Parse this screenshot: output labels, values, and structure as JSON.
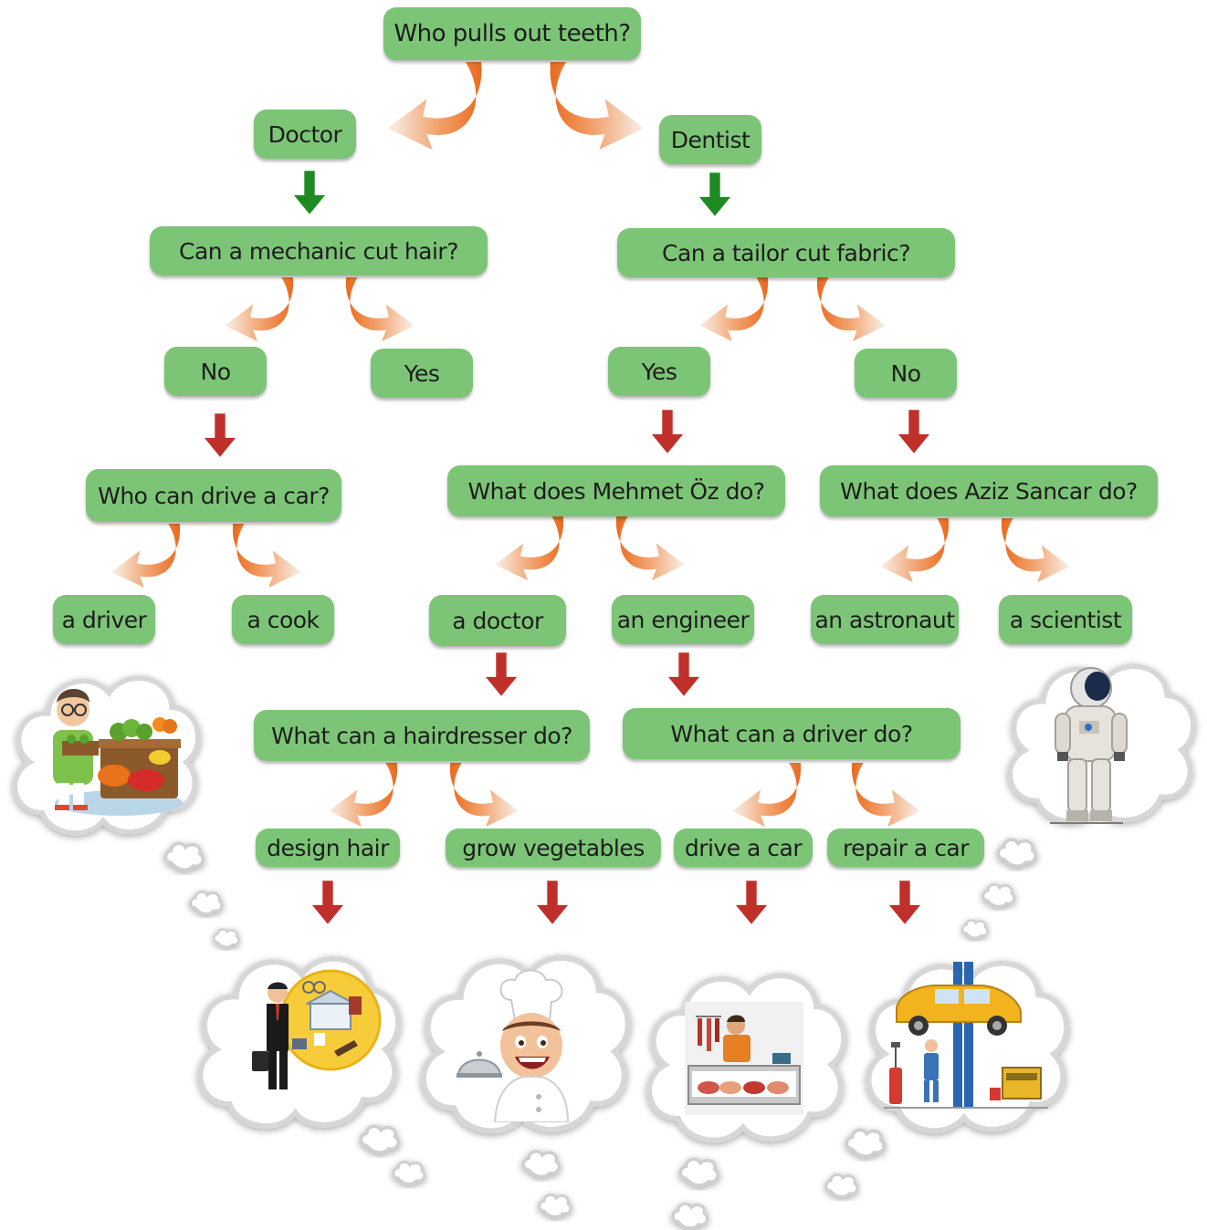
{
  "colors": {
    "box": "#7cc576",
    "arrow_green": "#1f8a22",
    "arrow_red": "#c0302b",
    "curve_orange": "#f07a2a"
  },
  "nodes": {
    "root": "Who pulls out teeth?",
    "doctor": "Doctor",
    "dentist": "Dentist",
    "q_mechanic": "Can a mechanic cut hair?",
    "q_tailor": "Can a tailor cut fabric?",
    "mech_no": "No",
    "mech_yes": "Yes",
    "tailor_yes": "Yes",
    "tailor_no": "No",
    "q_drive": "Who can drive a car?",
    "q_mehmet": "What does Mehmet Öz do?",
    "q_aziz": "What does Aziz Sancar do?",
    "a_driver": "a driver",
    "a_cook": "a cook",
    "a_doctor": "a doctor",
    "an_engineer": "an engineer",
    "an_astronaut": "an astronaut",
    "a_scientist": "a scientist",
    "q_hairdresser": "What can a hairdresser do?",
    "q_driver_do": "What can a driver do?",
    "design_hair": "design hair",
    "grow_vegetables": "grow vegetables",
    "drive_car": "drive a car",
    "repair_car": "repair a car"
  },
  "illustrations": [
    {
      "name": "greengrocer-illustration"
    },
    {
      "name": "astronaut-illustration"
    },
    {
      "name": "lawyer-illustration"
    },
    {
      "name": "chef-illustration"
    },
    {
      "name": "butcher-illustration"
    },
    {
      "name": "mechanic-illustration"
    }
  ]
}
